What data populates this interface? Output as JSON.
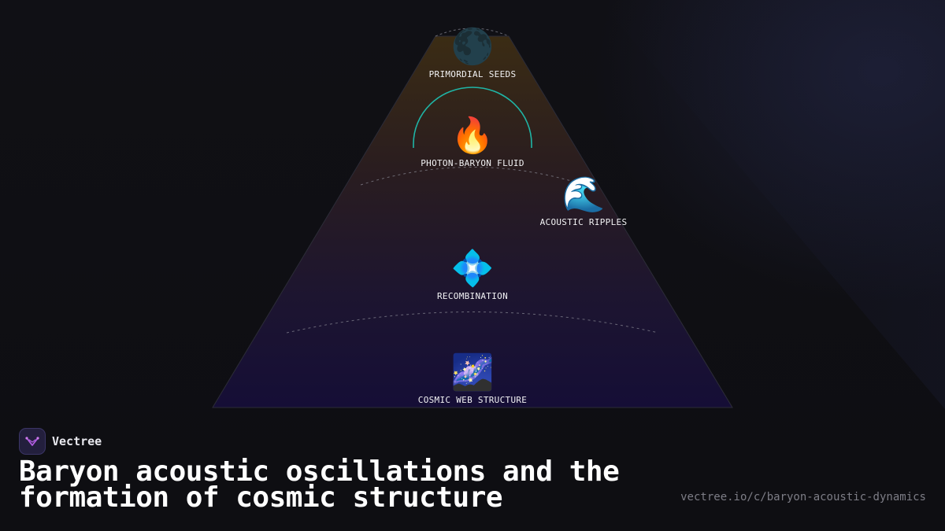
{
  "diagram": {
    "stages": [
      {
        "id": "primordial",
        "icon": "🌑",
        "icon_name": "dark-moon-icon",
        "label": "PRIMORDIAL SEEDS"
      },
      {
        "id": "fluid",
        "icon": "🔥",
        "icon_name": "fire-icon",
        "label": "PHOTON-BARYON FLUID"
      },
      {
        "id": "ripples",
        "icon": "🌊",
        "icon_name": "wave-icon",
        "label": "ACOUSTIC RIPPLES"
      },
      {
        "id": "recombination",
        "icon": "💠",
        "icon_name": "diamond-icon",
        "label": "RECOMBINATION"
      },
      {
        "id": "cosmic_web",
        "icon": "🌌",
        "icon_name": "milky-way-icon",
        "label": "COSMIC WEB STRUCTURE"
      }
    ],
    "colors": {
      "funnel_top": "#3a2a12",
      "funnel_bottom": "#160f35",
      "accent_arc": "#1fb5a6",
      "dashed_arc": "#8a8a96"
    }
  },
  "brand": {
    "name": "Vectree",
    "logo_icon": "vectree-logo-icon",
    "logo_color": "#b15de0"
  },
  "title": "Baryon acoustic oscillations and the formation of cosmic structure",
  "url": "vectree.io/c/baryon-acoustic-dynamics"
}
